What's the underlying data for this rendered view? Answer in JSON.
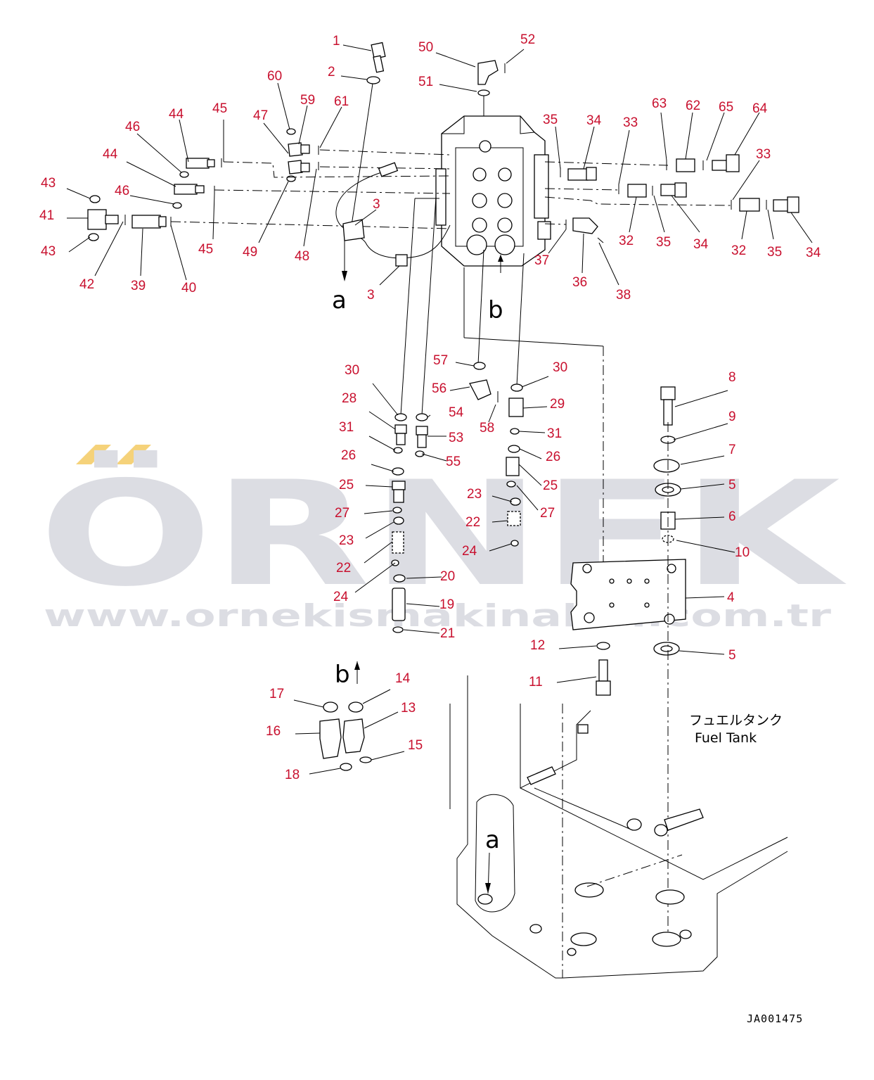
{
  "watermark": {
    "brand": "ÖRNEK",
    "url": "www.ornekismakinalari.com.tr",
    "accent_color": "#f5d27a",
    "text_color": "#dcdde3"
  },
  "fuel_tank": {
    "label_jp": "フュエルタンク",
    "label_en": "Fuel Tank"
  },
  "drawing_code": "JA001475",
  "view_markers": [
    "a",
    "b"
  ],
  "callouts": [
    "1",
    "2",
    "3",
    "4",
    "5",
    "6",
    "7",
    "8",
    "9",
    "10",
    "11",
    "12",
    "13",
    "14",
    "15",
    "16",
    "17",
    "18",
    "19",
    "20",
    "21",
    "22",
    "23",
    "24",
    "25",
    "26",
    "27",
    "28",
    "29",
    "30",
    "31",
    "32",
    "33",
    "34",
    "35",
    "36",
    "37",
    "38",
    "39",
    "40",
    "41",
    "42",
    "43",
    "44",
    "45",
    "46",
    "47",
    "48",
    "49",
    "50",
    "51",
    "52",
    "53",
    "54",
    "55",
    "56",
    "57",
    "58",
    "59",
    "60",
    "61",
    "62",
    "63",
    "64",
    "65"
  ],
  "callout_color": "#c8102e"
}
